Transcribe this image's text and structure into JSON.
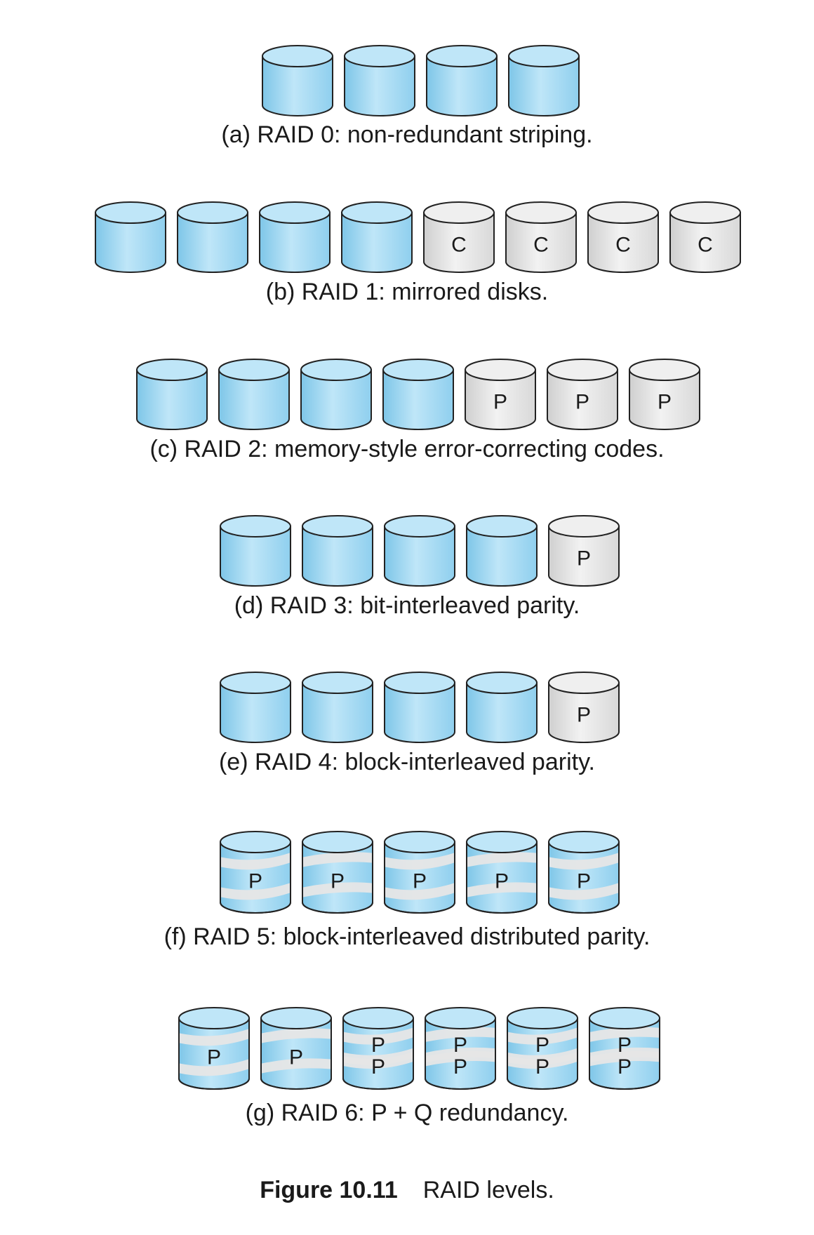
{
  "colors": {
    "data_disk": "#a9dcf2",
    "parity_disk": "#e4e4e4",
    "stroke": "#222222"
  },
  "rows": [
    {
      "caption": "(a) RAID 0: non-redundant striping.",
      "disks": [
        {
          "kind": "data"
        },
        {
          "kind": "data"
        },
        {
          "kind": "data"
        },
        {
          "kind": "data"
        }
      ]
    },
    {
      "caption": "(b) RAID 1: mirrored disks.",
      "disks": [
        {
          "kind": "data"
        },
        {
          "kind": "data"
        },
        {
          "kind": "data"
        },
        {
          "kind": "data"
        },
        {
          "kind": "copy",
          "labels": [
            "C"
          ]
        },
        {
          "kind": "copy",
          "labels": [
            "C"
          ]
        },
        {
          "kind": "copy",
          "labels": [
            "C"
          ]
        },
        {
          "kind": "copy",
          "labels": [
            "C"
          ]
        }
      ]
    },
    {
      "caption": "(c) RAID 2: memory-style error-correcting codes.",
      "disks": [
        {
          "kind": "data"
        },
        {
          "kind": "data"
        },
        {
          "kind": "data"
        },
        {
          "kind": "data"
        },
        {
          "kind": "parity",
          "labels": [
            "P"
          ]
        },
        {
          "kind": "parity",
          "labels": [
            "P"
          ]
        },
        {
          "kind": "parity",
          "labels": [
            "P"
          ]
        }
      ]
    },
    {
      "caption": "(d) RAID 3: bit-interleaved parity.",
      "disks": [
        {
          "kind": "data"
        },
        {
          "kind": "data"
        },
        {
          "kind": "data"
        },
        {
          "kind": "data"
        },
        {
          "kind": "parity",
          "labels": [
            "P"
          ]
        }
      ]
    },
    {
      "caption": "(e) RAID 4: block-interleaved parity.",
      "disks": [
        {
          "kind": "data"
        },
        {
          "kind": "data"
        },
        {
          "kind": "data"
        },
        {
          "kind": "data"
        },
        {
          "kind": "parity",
          "labels": [
            "P"
          ]
        }
      ]
    },
    {
      "caption": "(f) RAID 5: block-interleaved distributed parity.",
      "disks": [
        {
          "kind": "distributed",
          "labels": [
            "P"
          ]
        },
        {
          "kind": "distributed",
          "labels": [
            "P"
          ]
        },
        {
          "kind": "distributed",
          "labels": [
            "P"
          ]
        },
        {
          "kind": "distributed",
          "labels": [
            "P"
          ]
        },
        {
          "kind": "distributed",
          "labels": [
            "P"
          ]
        }
      ]
    },
    {
      "caption": "(g) RAID 6: P + Q redundancy.",
      "disks": [
        {
          "kind": "distributed",
          "labels": [
            "P"
          ]
        },
        {
          "kind": "distributed",
          "labels": [
            "P"
          ]
        },
        {
          "kind": "distributed",
          "labels": [
            "P",
            "P"
          ]
        },
        {
          "kind": "distributed",
          "labels": [
            "P",
            "P"
          ]
        },
        {
          "kind": "distributed",
          "labels": [
            "P",
            "P"
          ]
        },
        {
          "kind": "distributed",
          "labels": [
            "P",
            "P"
          ]
        }
      ]
    }
  ],
  "figure": {
    "number": "Figure 10.11",
    "title": "RAID levels."
  }
}
